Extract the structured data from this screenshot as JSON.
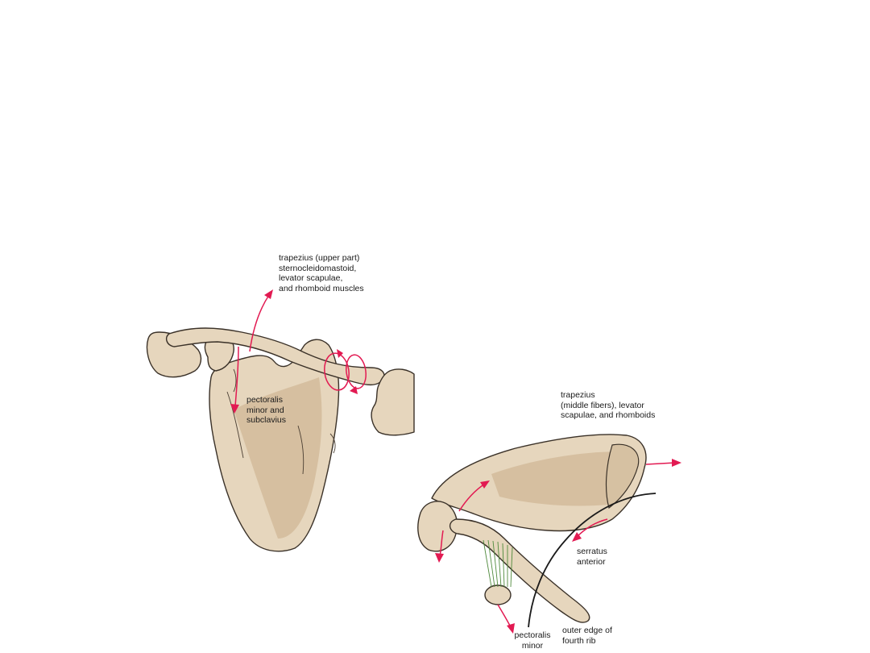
{
  "labels": {
    "upper_elevators": "trapezius (upper part)\nsternocleidomastoid,\nlevator scapulae,\nand rhomboid muscles",
    "depressors": "pectoralis\nminor and\nsubclavius",
    "retractors": "trapezius\n(middle fibers), levator\nscapulae, and rhomboids",
    "serratus": "serratus\nanterior",
    "pec_minor": "pectoralis\nminor",
    "rib_edge": "outer edge of\nfourth rib"
  },
  "colors": {
    "bone": "#e6d6bd",
    "arrow": "#e21a52",
    "muscle_fibers": "#4f8a3c",
    "outline": "#3a3128"
  }
}
